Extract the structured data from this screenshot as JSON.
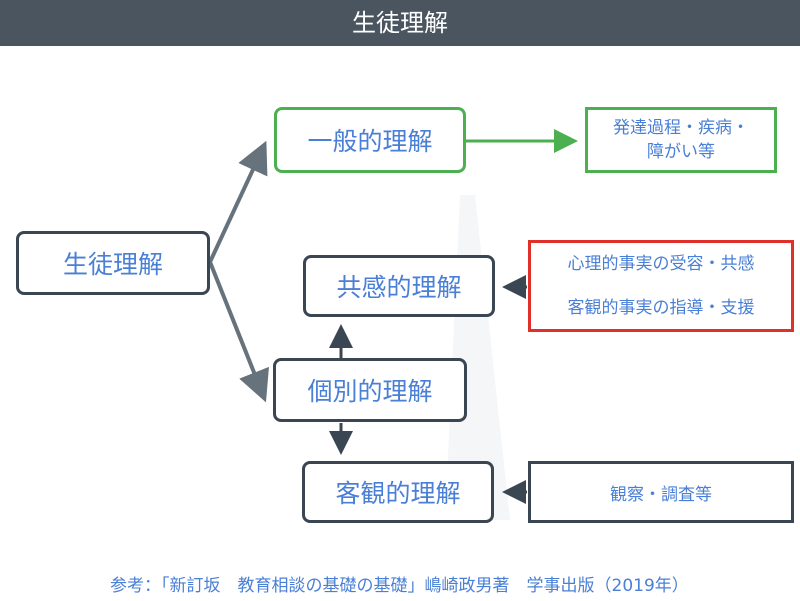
{
  "header": {
    "title": "生徒理解"
  },
  "nodes": {
    "student": "生徒理解",
    "general": "一般的理解",
    "empathic": "共感的理解",
    "individual": "個別的理解",
    "objective": "客観的理解"
  },
  "notes": {
    "general": {
      "line1": "発達過程・疾病・",
      "line2": "障がい等"
    },
    "empathic": {
      "line1": "心理的事実の受容・共感",
      "line2": "客観的事実の指導・支援"
    },
    "objective": {
      "line1": "観察・調査等"
    }
  },
  "colors": {
    "header_bg": "#4a5560",
    "node_border": "#3a4652",
    "general_border": "#4caf50",
    "empathic_note_border": "#e0302a",
    "text": "#4a7fd6",
    "arrow_gray": "#66727c",
    "arrow_green": "#4caf50"
  },
  "reference": "参考：「新訂坂　教育相談の基礎の基礎」嶋崎政男著　学事出版（2019年）"
}
